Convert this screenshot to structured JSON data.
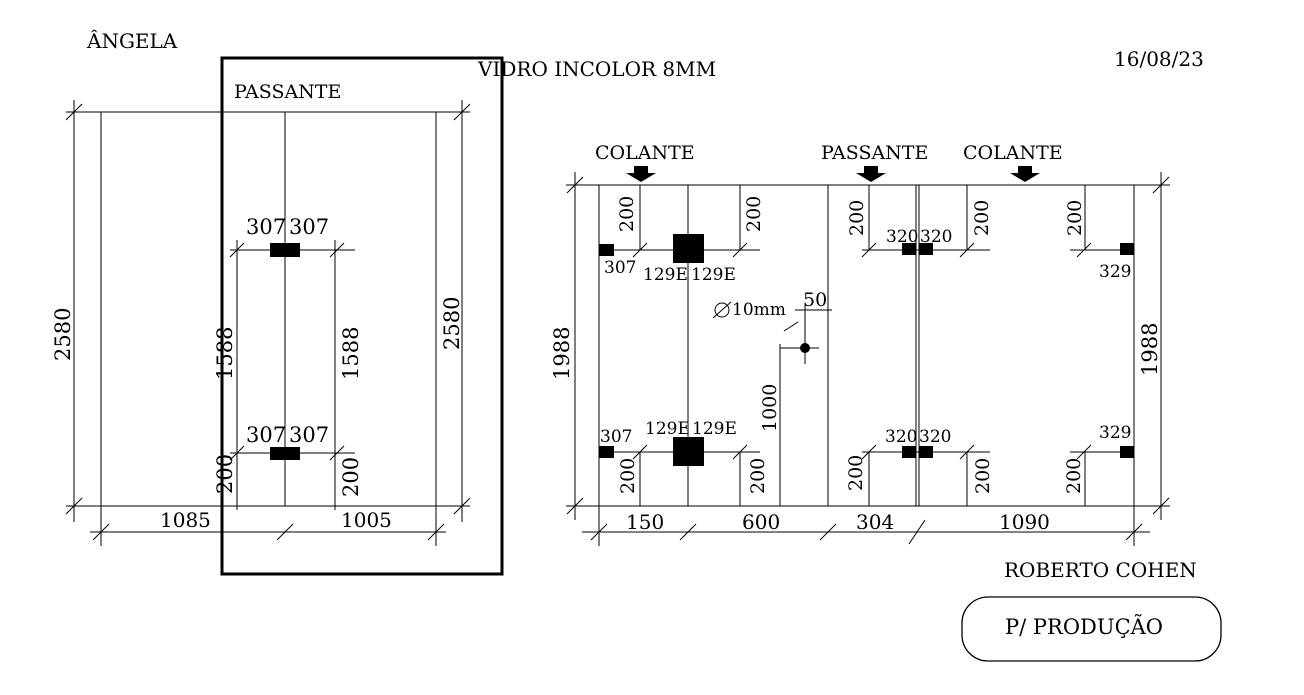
{
  "header": {
    "client": "ÂNGELA",
    "material": "VIDRO INCOLOR 8MM",
    "date": "16/08/23"
  },
  "left_panel": {
    "type_label": "PASSANTE",
    "height_left": "2580",
    "height_right": "2580",
    "upper_dims": [
      "307",
      "307"
    ],
    "lower_dims": [
      "307",
      "307"
    ],
    "vertical_left": "1588",
    "vertical_right": "1588",
    "bottom_offset_left": "200",
    "bottom_offset_right": "200",
    "width_left": "1085",
    "width_right": "1005"
  },
  "right_panel": {
    "type_labels": [
      "COLANTE",
      "PASSANTE",
      "COLANTE"
    ],
    "height_left": "1988",
    "height_right": "1988",
    "top_offsets": [
      "200",
      "200",
      "200",
      "200",
      "200"
    ],
    "bottom_offsets": [
      "200",
      "200",
      "200",
      "200",
      "200"
    ],
    "upper_left_dim": "307",
    "lower_left_dim": "307",
    "upper_hinge_dims": [
      "129E",
      "129E"
    ],
    "lower_hinge_dims": [
      "129E",
      "129E"
    ],
    "upper_mid_dims": [
      "320",
      "320"
    ],
    "lower_mid_dims": [
      "320",
      "320"
    ],
    "upper_right_dim": "329",
    "lower_right_dim": "329",
    "hole_label": "10mm",
    "hole_offset": "50",
    "hole_height": "1000",
    "widths": [
      "150",
      "600",
      "304",
      "1090"
    ]
  },
  "footer": {
    "client_name": "ROBERTO COHEN",
    "status": "P/ PRODUÇÃO"
  }
}
